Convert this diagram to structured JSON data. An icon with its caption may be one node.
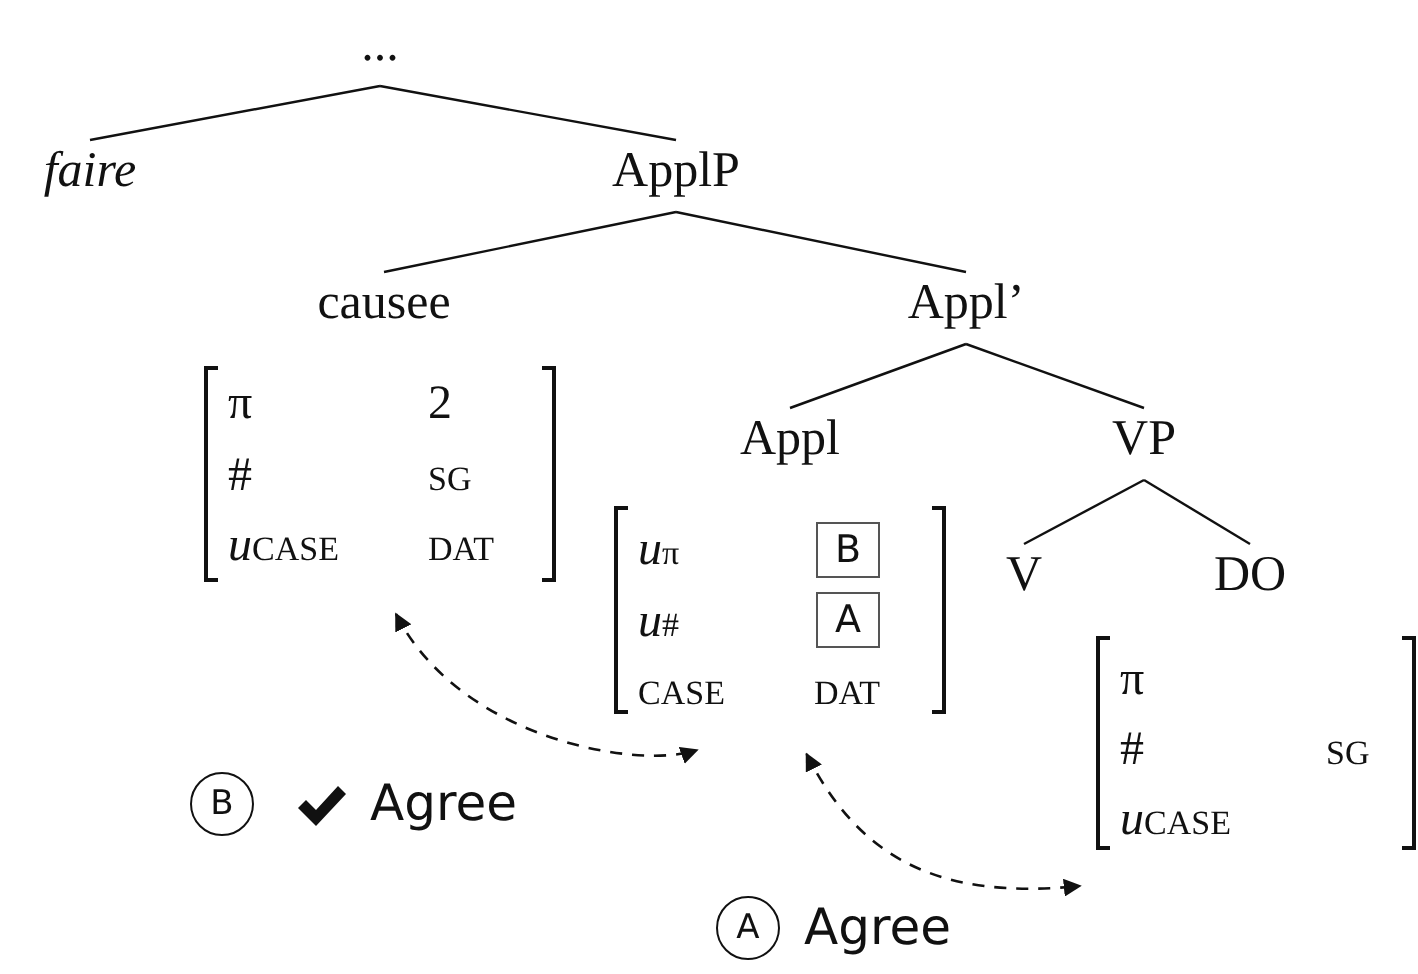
{
  "diagram": {
    "nodes": [
      {
        "text": [
          "..."
        ]
      },
      {
        "text": [
          "faire"
        ]
      },
      {
        "text": [
          "ApplP"
        ]
      },
      {
        "text": [
          "causee"
        ]
      },
      {
        "text": [
          "Appl’"
        ]
      },
      {
        "text": [
          "Appl"
        ]
      },
      {
        "text": [
          "VP"
        ]
      },
      {
        "text": [
          "V"
        ]
      },
      {
        "text": [
          "DO"
        ]
      },
      {
        "text": [
          "π",
          "2",
          "#",
          "SG",
          "uCASE",
          "DAT"
        ]
      },
      {
        "text": [
          "uπ",
          "u#",
          "CASE",
          "DAT"
        ]
      },
      {
        "text": [
          "B"
        ],
        "in": 10
      },
      {
        "text": [
          "A"
        ],
        "in": 10
      },
      {
        "text": [
          "π",
          "#",
          "SG",
          "uCASE"
        ]
      },
      {
        "text": [
          "B"
        ],
        "beside": [
          "Agree"
        ]
      },
      {
        "text": [
          "A"
        ],
        "beside": [
          "Agree"
        ]
      }
    ],
    "edges": [
      {
        "from": 0,
        "to": 1,
        "arrow": "none"
      },
      {
        "from": 0,
        "to": 2,
        "arrow": "none"
      },
      {
        "from": 2,
        "to": 3,
        "arrow": "none"
      },
      {
        "from": 2,
        "to": 4,
        "arrow": "none"
      },
      {
        "from": 4,
        "to": 5,
        "arrow": "none"
      },
      {
        "from": 4,
        "to": 6,
        "arrow": "none"
      },
      {
        "from": 6,
        "to": 7,
        "arrow": "none"
      },
      {
        "from": 6,
        "to": 8,
        "arrow": "none"
      },
      {
        "from": 9,
        "to": 10,
        "arrow": "both",
        "style": "dashed"
      },
      {
        "from": 10,
        "to": 13,
        "arrow": "both",
        "style": "dashed"
      }
    ]
  }
}
